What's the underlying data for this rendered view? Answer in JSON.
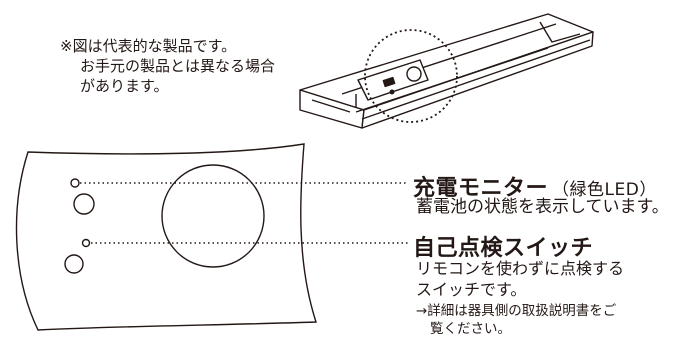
{
  "note": {
    "line1": "※図は代表的な製品です。",
    "line2": "お手元の製品とは異なる場合",
    "line3": "があります。"
  },
  "charge_monitor": {
    "title": "充電モニター",
    "color_note": "（緑色LED）",
    "description": "蓄電池の状態を表示しています。"
  },
  "self_check": {
    "title": "自己点検スイッチ",
    "description_line1": "リモコンを使わずに点検する",
    "description_line2": "スイッチです。",
    "detail_line1": "→詳細は器具側の取扱説明書をご",
    "detail_line2": "覧ください。"
  },
  "colors": {
    "ink": "#231815",
    "background": "#ffffff"
  }
}
